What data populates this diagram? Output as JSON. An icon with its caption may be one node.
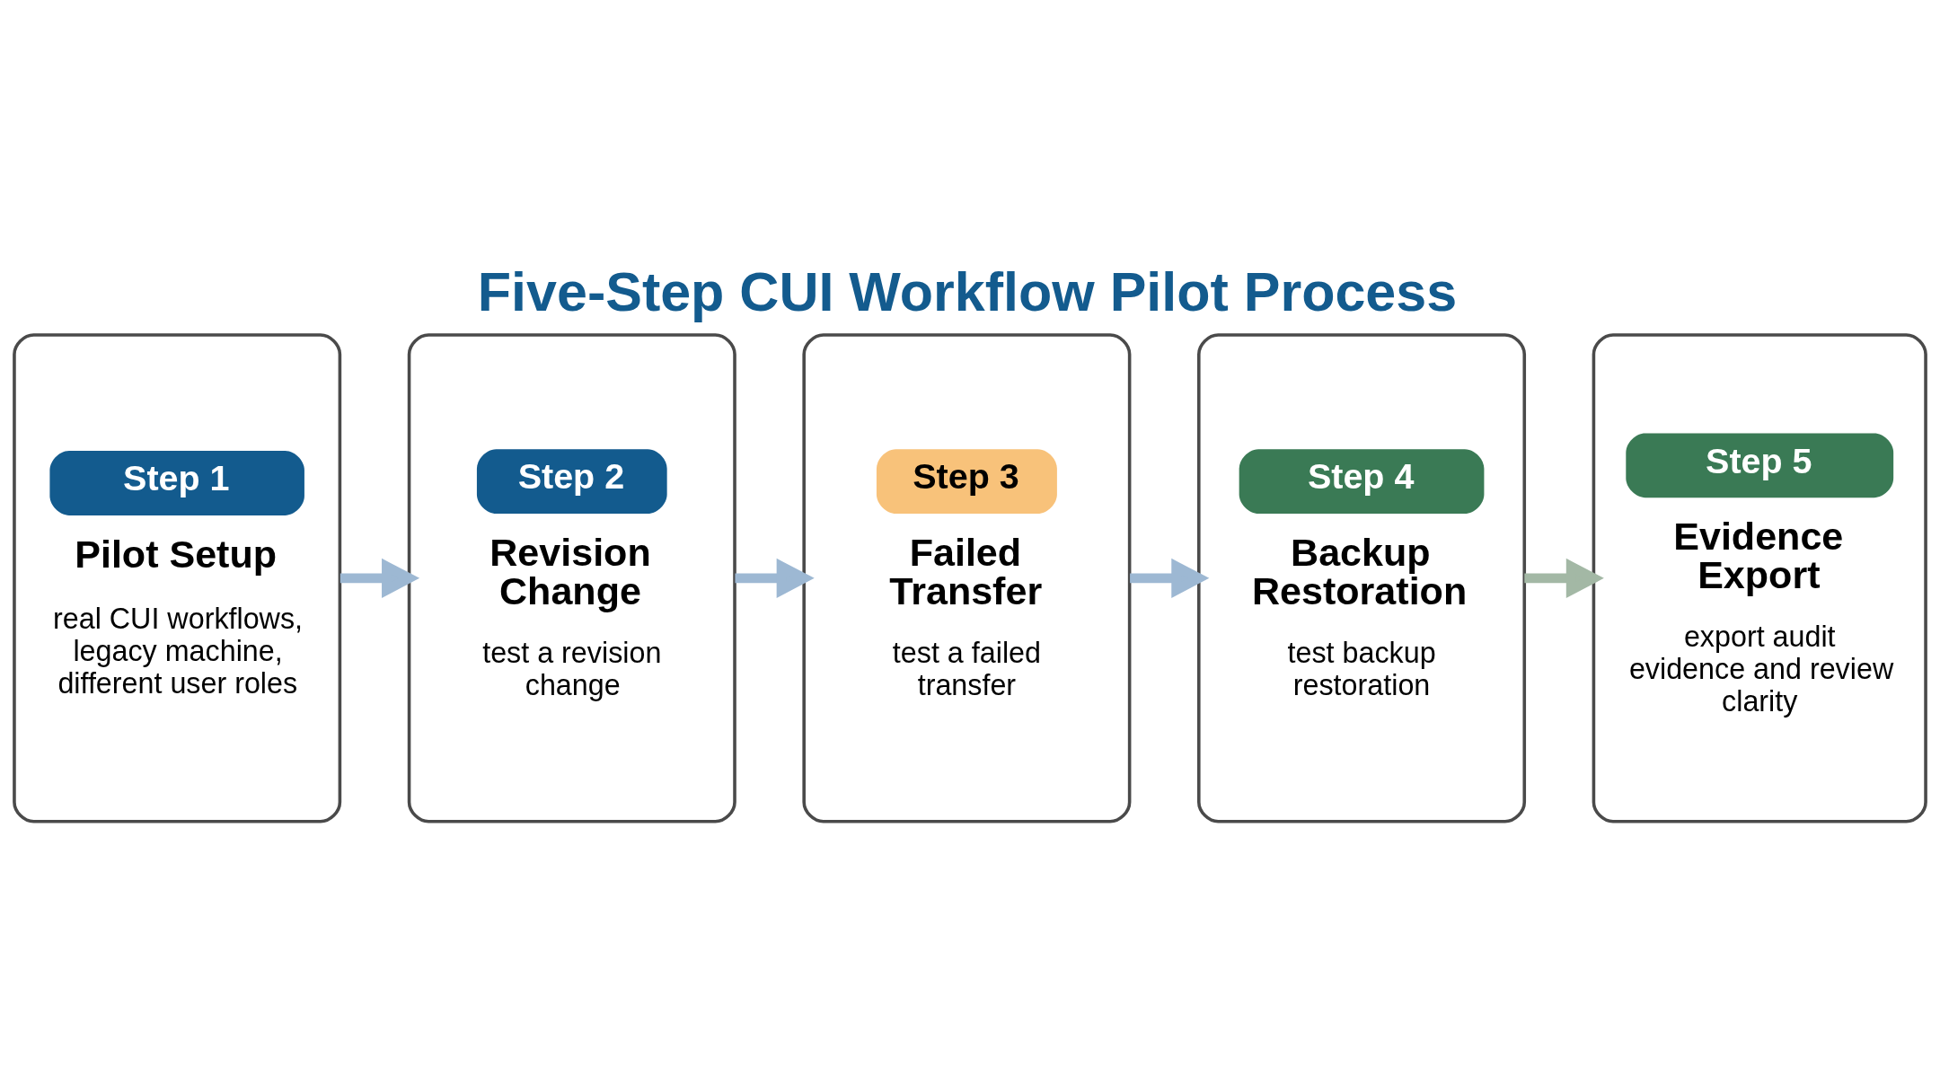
{
  "diagram": {
    "title": "Five-Step CUI Workflow Pilot Process",
    "nodes": [
      {
        "text": [
          "Step 1",
          "Pilot Setup",
          "real CUI workflows, legacy machine, different user roles"
        ]
      },
      {
        "text": [
          "Step 2",
          "Revision Change",
          "test a revision change"
        ]
      },
      {
        "text": [
          "Step 3",
          "Failed Transfer",
          "test a failed transfer"
        ]
      },
      {
        "text": [
          "Step 4",
          "Backup Restoration",
          "test backup restoration"
        ]
      },
      {
        "text": [
          "Step 5",
          "Evidence Export",
          "export audit evidence and review clarity"
        ]
      }
    ],
    "edges": [
      {
        "from": 0,
        "to": 1,
        "arrow": "to"
      },
      {
        "from": 1,
        "to": 2,
        "arrow": "to"
      },
      {
        "from": 2,
        "to": 3,
        "arrow": "to"
      },
      {
        "from": 3,
        "to": 4,
        "arrow": "to",
        "color": "#a3b8a5"
      }
    ]
  }
}
